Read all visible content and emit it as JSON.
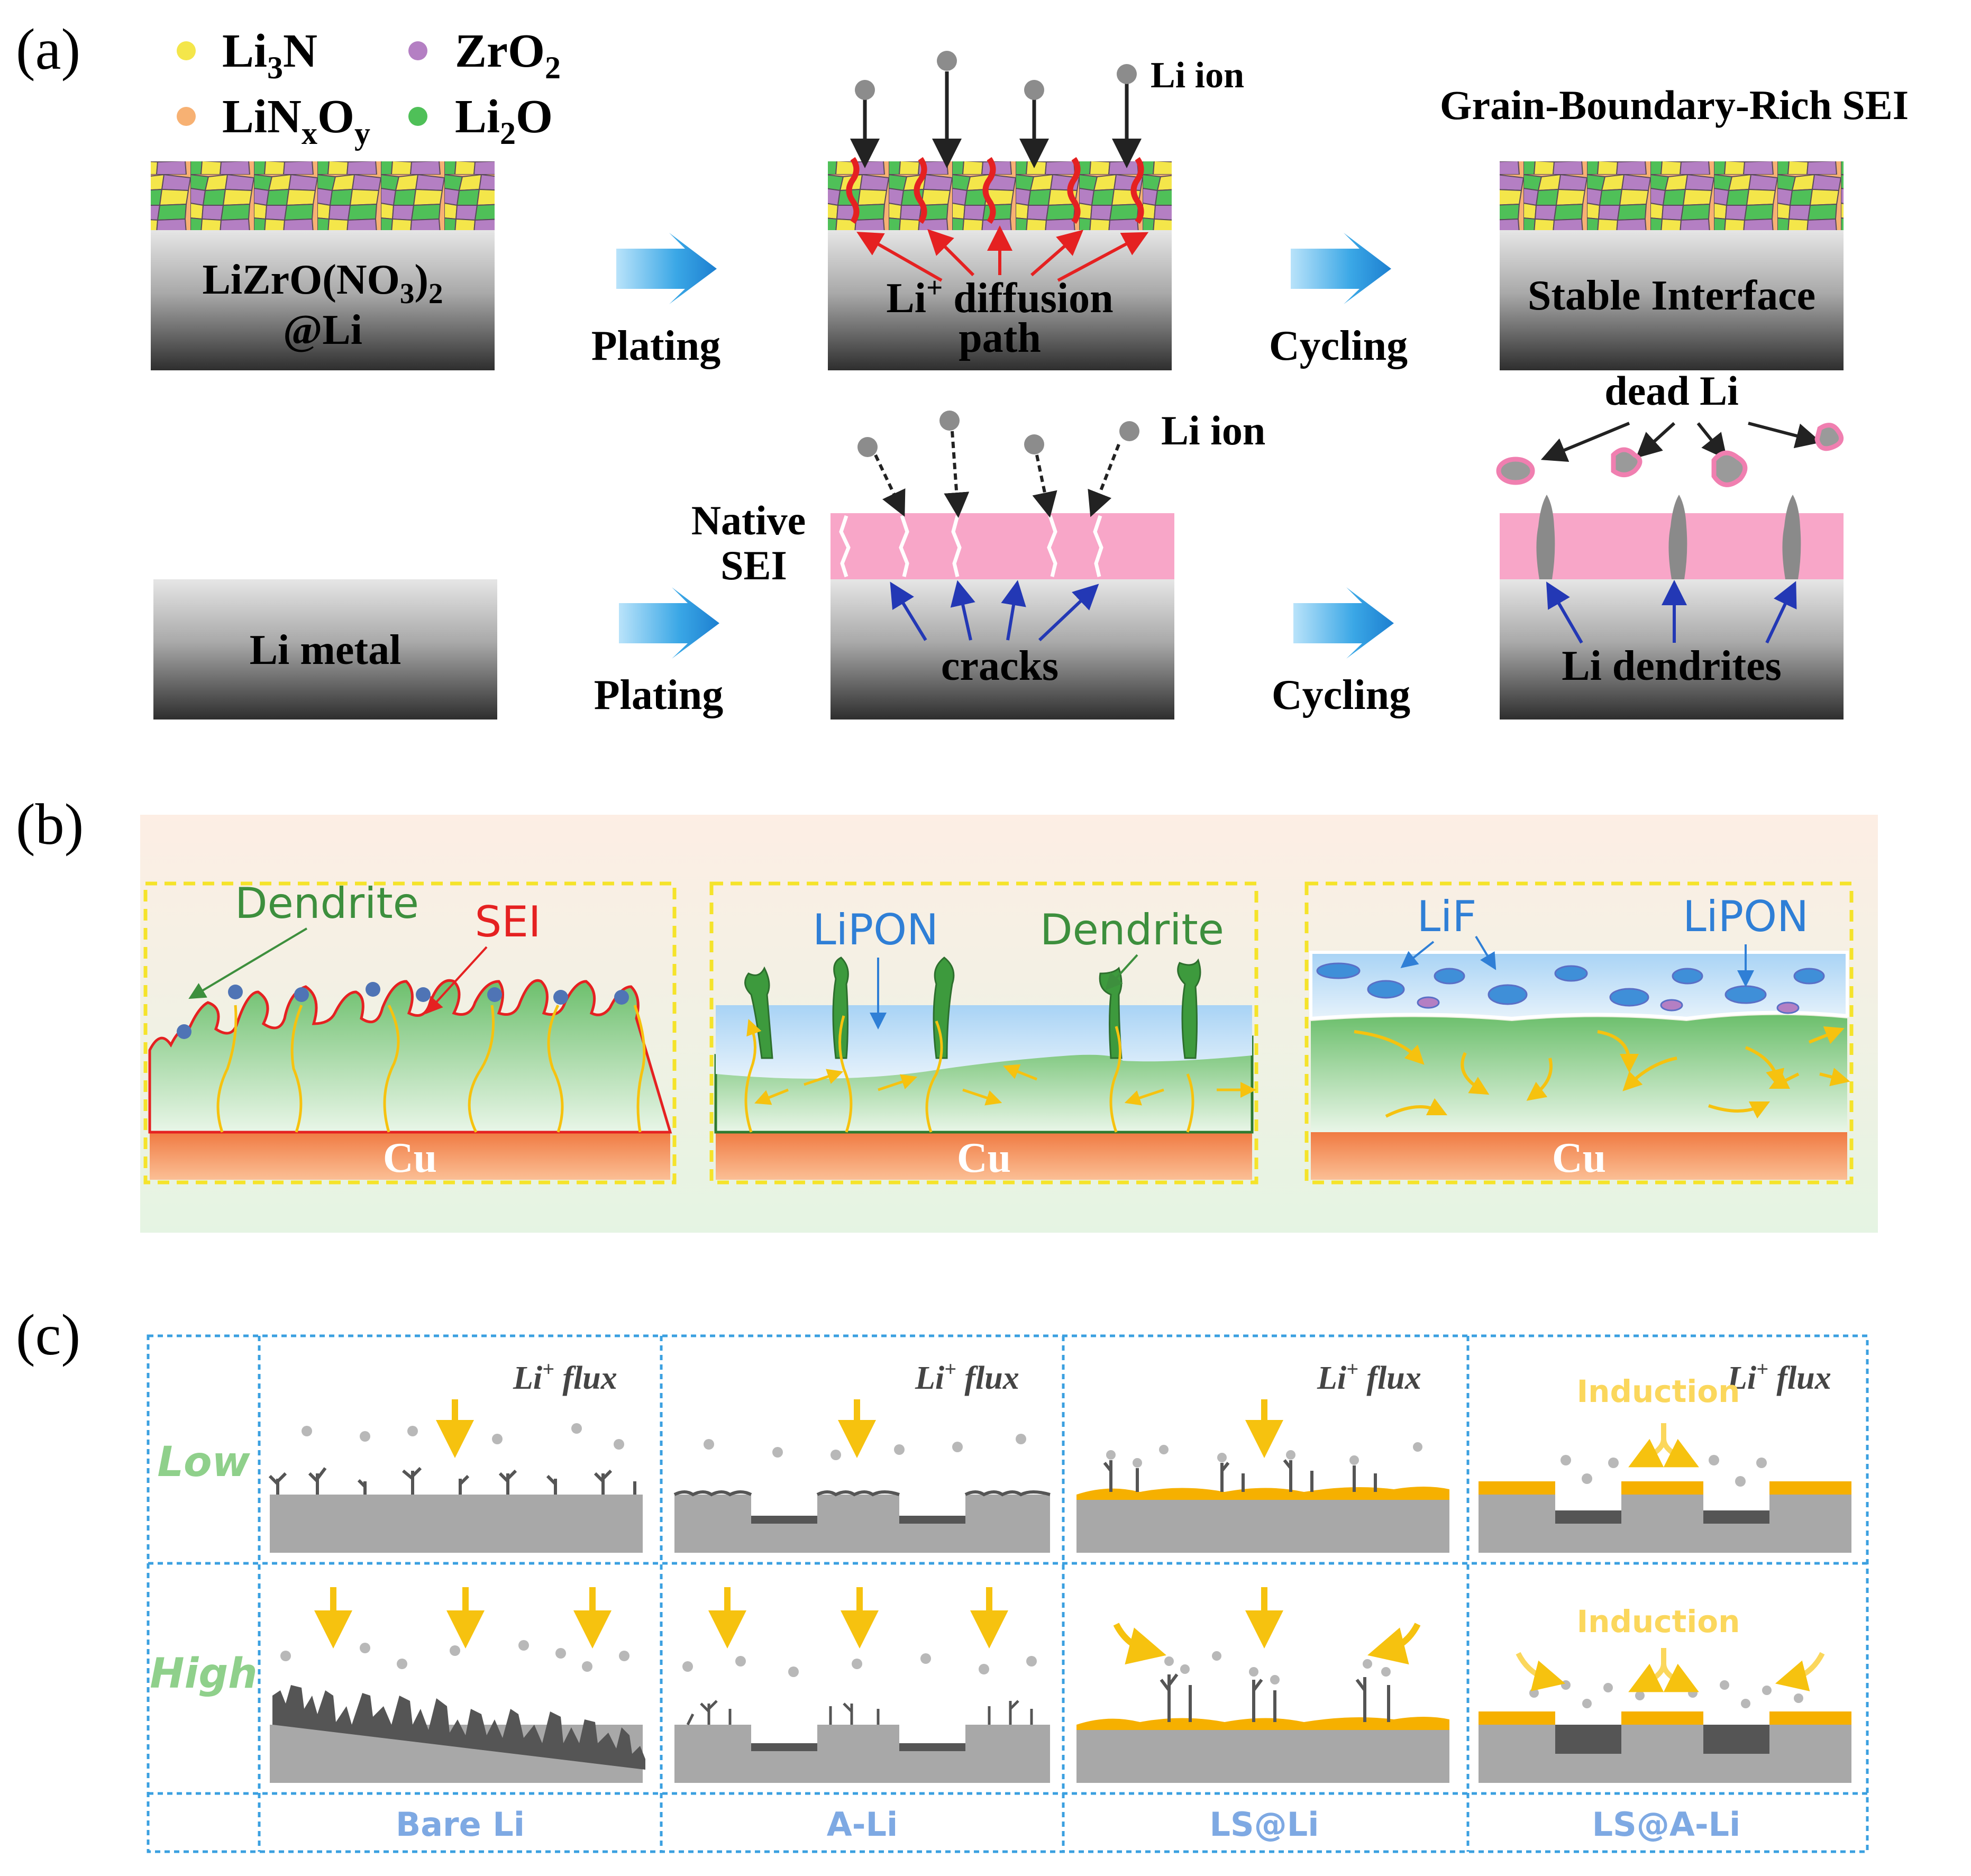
{
  "panel_a": {
    "label": "(a)",
    "legend": [
      {
        "name": "Li3N",
        "base": "Li",
        "sub": "3",
        "tail": "N",
        "color": "#f4e64a"
      },
      {
        "name": "ZrO2",
        "base": "ZrO",
        "sub": "2",
        "tail": "",
        "color": "#b47fc3"
      },
      {
        "name": "LiNxOy",
        "base": "LiN",
        "sub": "x",
        "mid": "O",
        "sub2": "y",
        "color": "#f7b173"
      },
      {
        "name": "Li2O",
        "base": "Li",
        "sub": "2",
        "tail": "O",
        "color": "#4fc058"
      }
    ],
    "top_row": {
      "substrate_line1": "LiZrO(NO",
      "substrate_sub": "3",
      "substrate_line1_tail": ")",
      "substrate_sub2": "2",
      "substrate_line2": "@Li",
      "arrow1_label": "Plating",
      "li_ion_label": "Li ion",
      "middle_line1_pre": "Li",
      "middle_sup": "+",
      "middle_line1_post": " diffusion",
      "middle_line2": "path",
      "arrow2_label": "Cycling",
      "right_title": "Grain-Boundary-Rich SEI",
      "right_label": "Stable Interface"
    },
    "bottom_row": {
      "substrate_label": "Li metal",
      "arrow1_label": "Plating",
      "li_ion_label": "Li ion",
      "native_line1": "Native",
      "native_line2": "SEI",
      "middle_label": "cracks",
      "arrow2_label": "Cycling",
      "dead_li_label": "dead Li",
      "right_label": "Li dendrites"
    }
  },
  "panel_b": {
    "label": "(b)",
    "box1": {
      "dendrite": "Dendrite",
      "sei": "SEI",
      "cu": "Cu"
    },
    "box2": {
      "lipon": "LiPON",
      "dendrite": "Dendrite",
      "cu": "Cu"
    },
    "box3": {
      "lif": "LiF",
      "lipon": "LiPON",
      "cu": "Cu"
    }
  },
  "panel_c": {
    "label": "(c)",
    "rows": [
      {
        "label": "Low"
      },
      {
        "label": "High"
      }
    ],
    "columns": [
      {
        "label": "Bare Li",
        "flux": "flux"
      },
      {
        "label": "A-Li",
        "flux": "flux"
      },
      {
        "label": "LS@Li",
        "flux": "flux"
      },
      {
        "label": "LS@A-Li",
        "flux": "flux"
      }
    ],
    "flux_prefix": "Li",
    "flux_sup": "+",
    "induction_label": "Induction"
  },
  "colors": {
    "li_ion_gray": "#8c8c8c",
    "sei_pink": "#f8a6c8",
    "arrow_blue": "#3aa7e6",
    "flux_yellow": "#f6c20f",
    "copper": "#f5935f",
    "lipon_blue": "#7bb6e8",
    "dendrite_green": "#3d9a3d",
    "row_label_green": "#8fd08b",
    "col_label_blue": "#7ea9e3",
    "grid_blue": "#3ba0e0"
  }
}
